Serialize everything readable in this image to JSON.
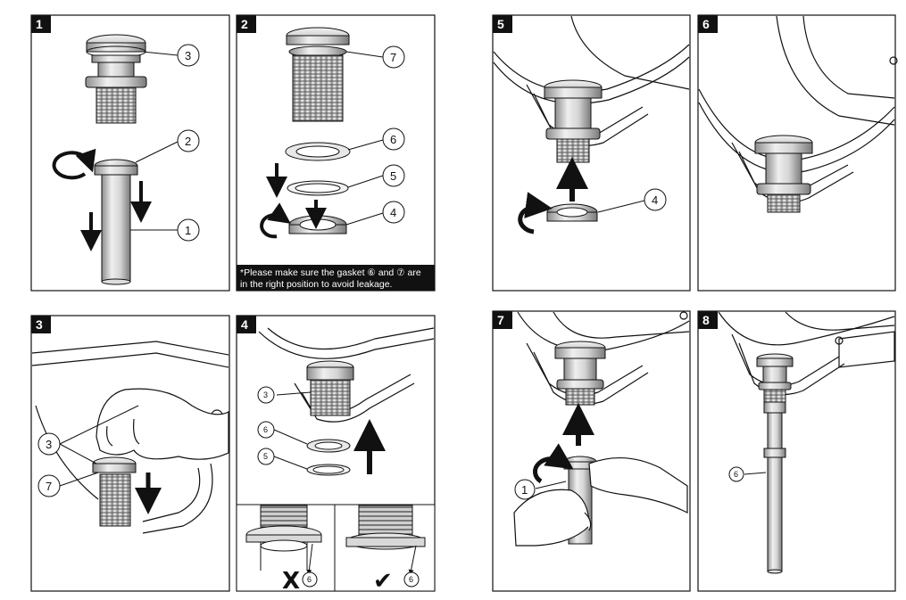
{
  "steps": [
    {
      "number": "1",
      "callouts": [
        "3",
        "2",
        "1"
      ]
    },
    {
      "number": "2",
      "callouts": [
        "7",
        "6",
        "5",
        "4"
      ],
      "note_line1": "*Please make sure the gasket ⑥ and ⑦ are",
      "note_line2": "in the right position to avoid leakage."
    },
    {
      "number": "3",
      "callouts": [
        "3",
        "7"
      ]
    },
    {
      "number": "4",
      "callouts": [
        "3",
        "6",
        "5",
        "6",
        "6"
      ],
      "wrong_mark": "X",
      "right_mark": "✔"
    },
    {
      "number": "5",
      "callouts": [
        "4"
      ]
    },
    {
      "number": "6",
      "callouts": []
    },
    {
      "number": "7",
      "callouts": [
        "1"
      ]
    },
    {
      "number": "8",
      "callouts": [
        "6"
      ]
    }
  ],
  "colors": {
    "line": "#111111",
    "badge": "#111111",
    "background": "#ffffff",
    "metal_light": "#e6e6e6",
    "metal_dark": "#9a9a9a"
  },
  "icons": [
    "rotate-arrow-icon",
    "down-arrow-icon",
    "up-arrow-icon",
    "check-mark-icon",
    "cross-mark-icon"
  ]
}
